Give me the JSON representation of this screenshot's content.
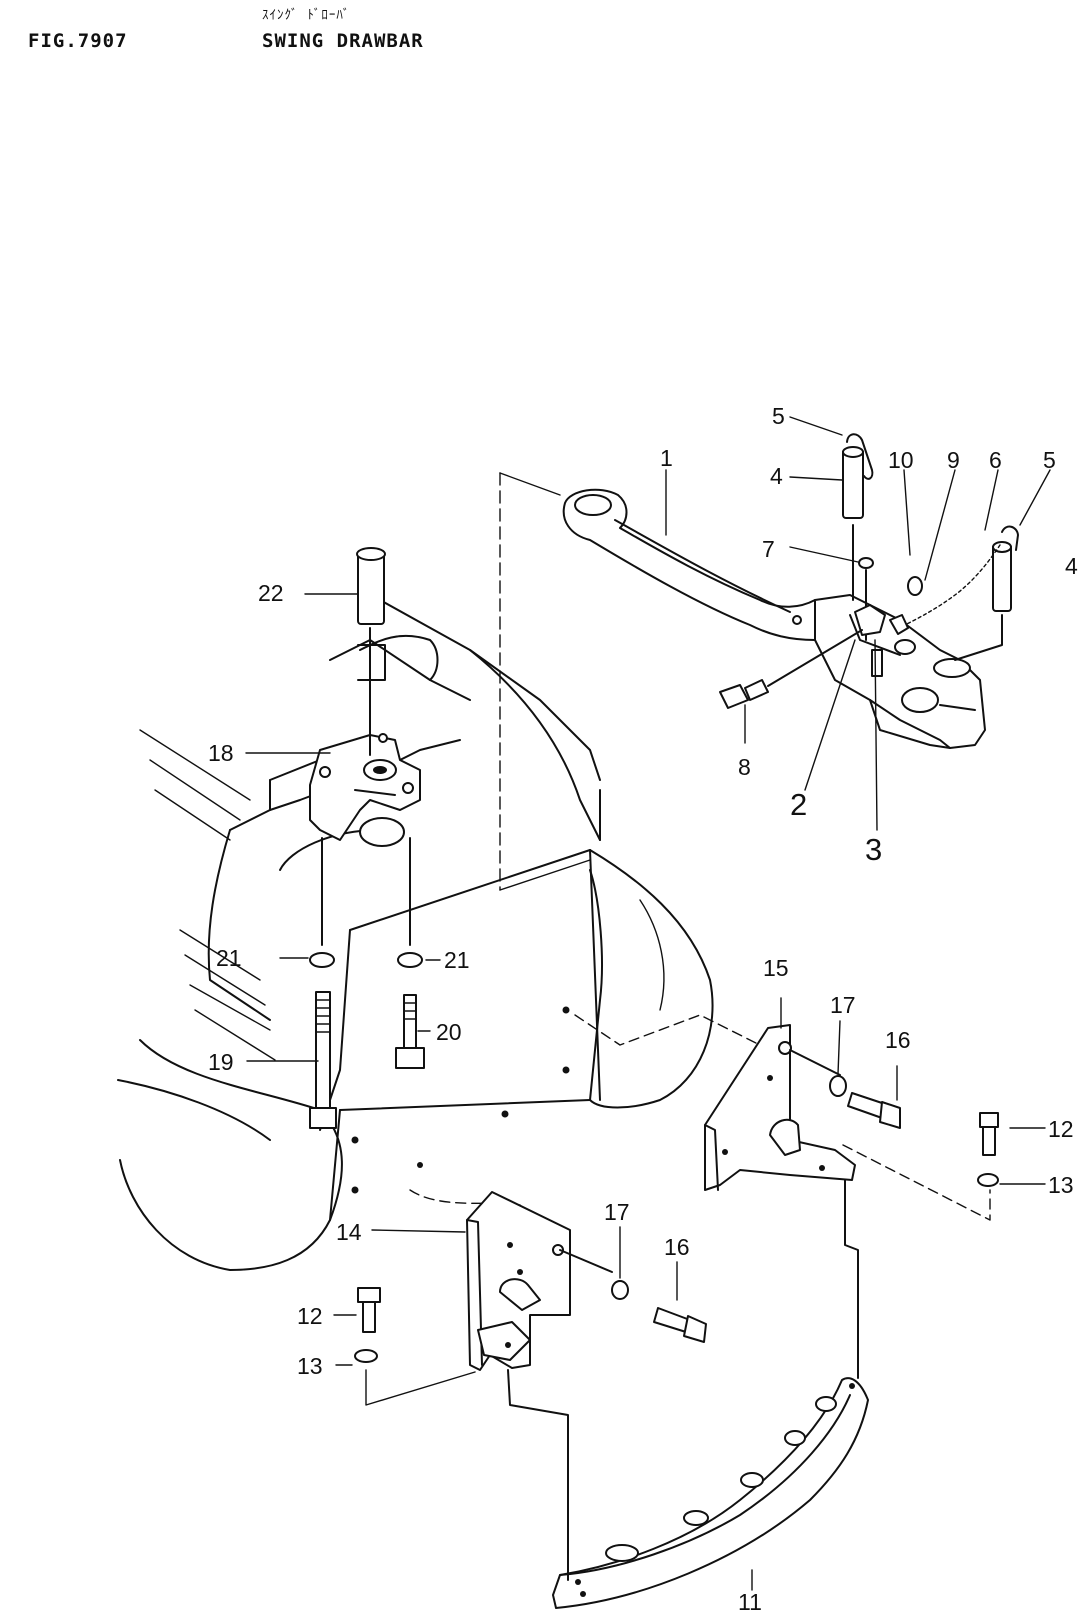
{
  "header": {
    "kana": "ｽｲﾝｸﾞ ﾄﾞﾛｰﾊﾞ",
    "figure_number": "FIG.7907",
    "title": "SWING DRAWBAR"
  },
  "callouts": [
    {
      "id": "c1",
      "text": "1"
    },
    {
      "id": "c2",
      "text": "2"
    },
    {
      "id": "c3",
      "text": "3"
    },
    {
      "id": "c4a",
      "text": "4"
    },
    {
      "id": "c4b",
      "text": "4"
    },
    {
      "id": "c5a",
      "text": "5"
    },
    {
      "id": "c5b",
      "text": "5"
    },
    {
      "id": "c6",
      "text": "6"
    },
    {
      "id": "c7",
      "text": "7"
    },
    {
      "id": "c8",
      "text": "8"
    },
    {
      "id": "c9",
      "text": "9"
    },
    {
      "id": "c10",
      "text": "10"
    },
    {
      "id": "c11",
      "text": "11"
    },
    {
      "id": "c12a",
      "text": "12"
    },
    {
      "id": "c12b",
      "text": "12"
    },
    {
      "id": "c13a",
      "text": "13"
    },
    {
      "id": "c13b",
      "text": "13"
    },
    {
      "id": "c14",
      "text": "14"
    },
    {
      "id": "c15",
      "text": "15"
    },
    {
      "id": "c16a",
      "text": "16"
    },
    {
      "id": "c16b",
      "text": "16"
    },
    {
      "id": "c17a",
      "text": "17"
    },
    {
      "id": "c17b",
      "text": "17"
    },
    {
      "id": "c18",
      "text": "18"
    },
    {
      "id": "c19",
      "text": "19"
    },
    {
      "id": "c20",
      "text": "20"
    },
    {
      "id": "c21a",
      "text": "21"
    },
    {
      "id": "c21b",
      "text": "21"
    },
    {
      "id": "c22",
      "text": "22"
    }
  ]
}
